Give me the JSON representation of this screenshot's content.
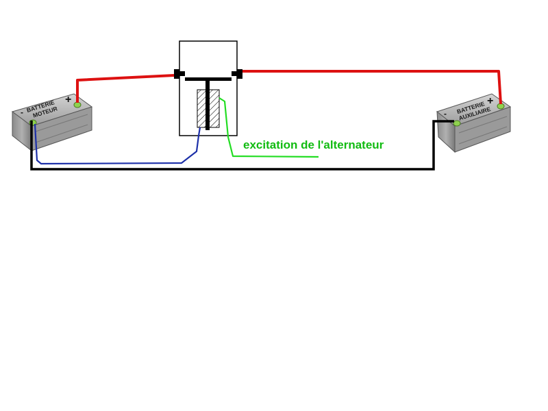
{
  "diagram": {
    "battery_left": {
      "line1": "BATTERIE",
      "line2": "MOTEUR",
      "terminal_plus": "+",
      "terminal_minus": "-"
    },
    "battery_right": {
      "line1": "BATTERIE",
      "line2": "AUXILIAIRE",
      "terminal_plus": "+",
      "terminal_minus": "-"
    },
    "annotation": "excitation de l'alternateur",
    "colors": {
      "positive_wire": "#dd1111",
      "ground_wire": "#000000",
      "coil_ground_wire": "#1c2fa8",
      "excitation_wire": "#22dd22",
      "annotation_text": "#11bb11",
      "battery_body": "#b7b7b7",
      "terminal": "#8fd14f"
    }
  }
}
